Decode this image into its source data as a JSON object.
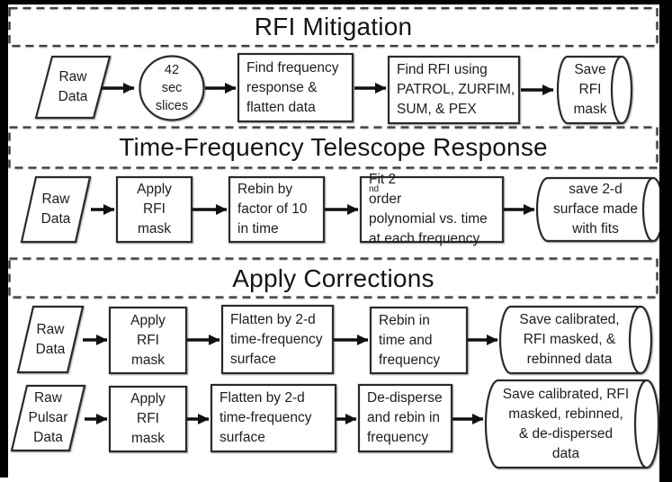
{
  "frame": {
    "ink": "#1d1d1d",
    "background": "#ffffff",
    "border_bars": "#000000"
  },
  "sections": [
    {
      "title": "RFI Mitigation",
      "nodes": {
        "raw_data": {
          "shape": "parallelogram",
          "lines": [
            "Raw",
            "Data"
          ]
        },
        "slices": {
          "shape": "circle",
          "lines": [
            "42",
            "sec",
            "slices"
          ]
        },
        "find_frequency": {
          "shape": "process",
          "lines": [
            "Find frequency",
            "response &",
            "flatten data"
          ]
        },
        "find_rfi": {
          "shape": "process",
          "lines": [
            "Find RFI using",
            "PATROL, ZURFIM,",
            "SUM, & PEX"
          ]
        },
        "save_mask": {
          "shape": "stored-data",
          "lines": [
            "Save",
            "RFI",
            "mask"
          ]
        }
      }
    },
    {
      "title": "Time-Frequency Telescope Response",
      "nodes": {
        "raw_data": {
          "shape": "parallelogram",
          "lines": [
            "Raw",
            "Data"
          ]
        },
        "apply_mask": {
          "shape": "process",
          "lines": [
            "Apply",
            "RFI",
            "mask"
          ]
        },
        "rebin": {
          "shape": "process",
          "lines": [
            "Rebin by",
            "factor of 10",
            "in time"
          ]
        },
        "fit": {
          "shape": "process",
          "lines": [
            "Fit 2nd order",
            "polynomial vs. time",
            "at each frequency"
          ]
        },
        "save_surface": {
          "shape": "stored-data",
          "lines": [
            "save 2-d",
            "surface made",
            "with fits"
          ]
        }
      }
    },
    {
      "title": "Apply Corrections",
      "rows": [
        {
          "raw_data": {
            "shape": "parallelogram",
            "lines": [
              "Raw",
              "Data"
            ]
          },
          "apply_mask": {
            "shape": "process",
            "lines": [
              "Apply",
              "RFI",
              "mask"
            ]
          },
          "flatten": {
            "shape": "process",
            "lines": [
              "Flatten by 2-d",
              "time-frequency",
              "surface"
            ]
          },
          "rebin": {
            "shape": "process",
            "lines": [
              "Rebin in",
              "time and",
              "frequency"
            ]
          },
          "save": {
            "shape": "stored-data",
            "lines": [
              "Save calibrated,",
              "RFI masked, &",
              "rebinned data"
            ]
          }
        },
        {
          "raw_data": {
            "shape": "parallelogram",
            "lines": [
              "Raw",
              "Pulsar",
              "Data"
            ]
          },
          "apply_mask": {
            "shape": "process",
            "lines": [
              "Apply",
              "RFI",
              "mask"
            ]
          },
          "flatten": {
            "shape": "process",
            "lines": [
              "Flatten by 2-d",
              "time-frequency",
              "surface"
            ]
          },
          "dedisperse": {
            "shape": "process",
            "lines": [
              "De-disperse",
              "and rebin in",
              "frequency"
            ]
          },
          "save": {
            "shape": "stored-data",
            "lines": [
              "Save calibrated, RFI",
              "masked, rebinned,",
              "& de-dispersed",
              "data"
            ]
          }
        }
      ]
    }
  ]
}
